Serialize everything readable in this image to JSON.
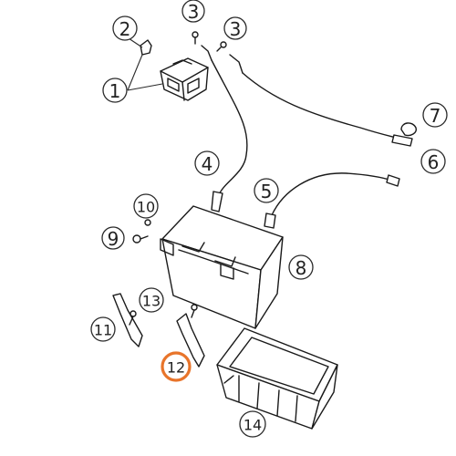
{
  "diagram": {
    "highlight_color": "#e8742a",
    "callouts": [
      {
        "id": "c1",
        "label": "1"
      },
      {
        "id": "c2",
        "label": "2"
      },
      {
        "id": "c3a",
        "label": "3"
      },
      {
        "id": "c3b",
        "label": "3"
      },
      {
        "id": "c4",
        "label": "4"
      },
      {
        "id": "c5",
        "label": "5"
      },
      {
        "id": "c6",
        "label": "6"
      },
      {
        "id": "c7",
        "label": "7"
      },
      {
        "id": "c8",
        "label": "8"
      },
      {
        "id": "c9",
        "label": "9"
      },
      {
        "id": "c10",
        "label": "10"
      },
      {
        "id": "c11",
        "label": "11"
      },
      {
        "id": "c12",
        "label": "12",
        "highlighted": true
      },
      {
        "id": "c13",
        "label": "13"
      },
      {
        "id": "c14",
        "label": "14"
      }
    ]
  }
}
